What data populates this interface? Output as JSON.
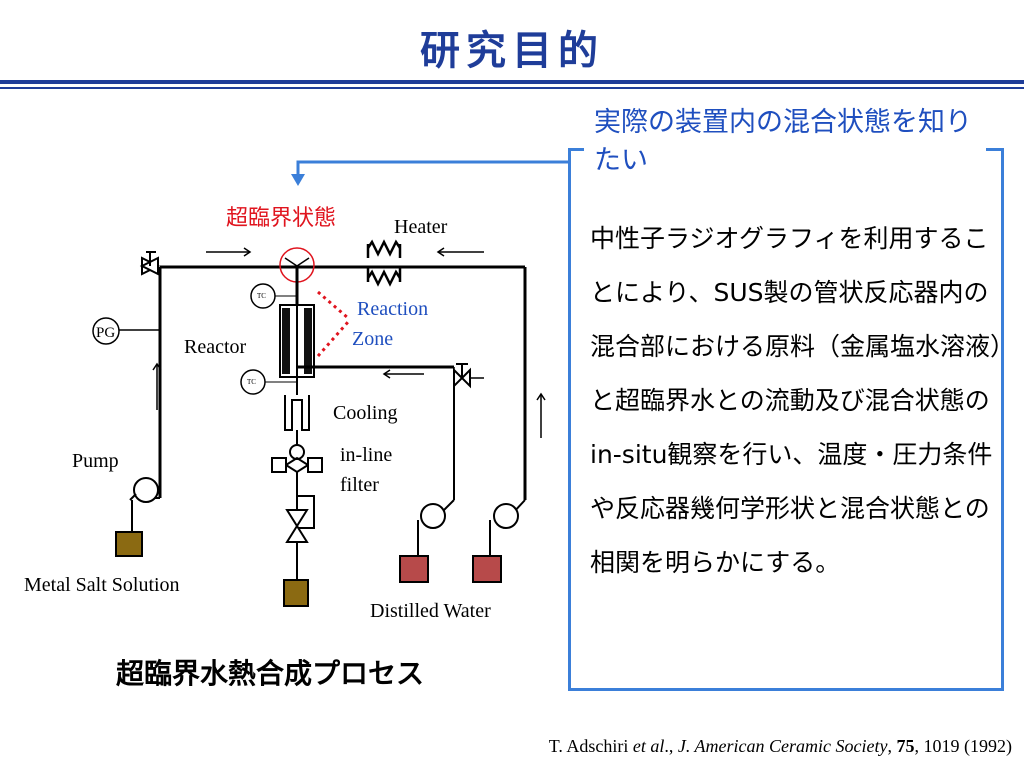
{
  "slide": {
    "title": "研究目的",
    "note_top": "実際の装置内の混合状態を知りたい",
    "description": "中性子ラジオグラフィを利用することにより、SUS製の管状反応器内の混合部における原料（金属塩水溶液）と超臨界水との流動及び混合状態のin-situ観察を行い、温度・圧力条件や反応器幾何学形状と混合状態との相関を明らかにする。",
    "caption": "超臨界水熱合成プロセス"
  },
  "diagram": {
    "supercritical_label": "超臨界状態",
    "heater_label": "Heater",
    "reaction_zone_label_1": "Reaction",
    "reaction_zone_label_2": "Zone",
    "reactor_label": "Reactor",
    "pg_label": "PG",
    "tc_label": "TC",
    "cooling_label": "Cooling",
    "inline_label_1": "in-line",
    "inline_label_2": "filter",
    "pump_label": "Pump",
    "metal_salt_label": "Metal Salt Solution",
    "distilled_water_label": "Distilled Water"
  },
  "reference": {
    "authors": "T. Adschiri ",
    "etal": "et al",
    "sep1": "., ",
    "journal": "J. American Ceramic Society",
    "sep2": ", ",
    "volume": "75",
    "rest": ", 1019 (1992)"
  },
  "colors": {
    "title_blue": "#1f3d99",
    "box_blue": "#3b7fd9",
    "red": "#e0141e",
    "brown": "#8b6a12",
    "water_red": "#b74a4a"
  }
}
